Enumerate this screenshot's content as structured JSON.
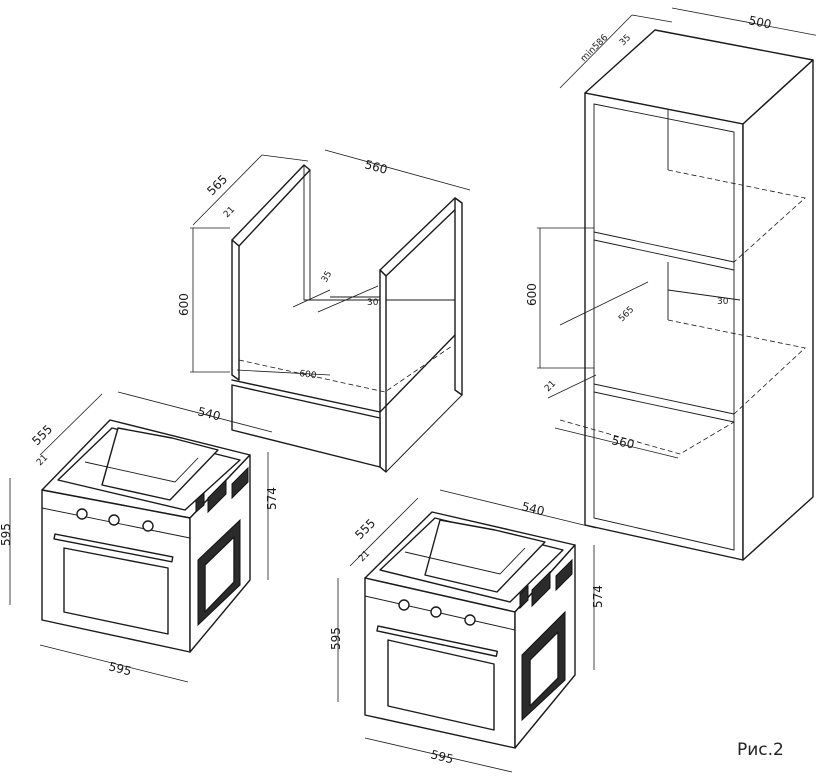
{
  "caption": "Рис.2",
  "cabinet_top": {
    "depth": "565",
    "width": "560",
    "inset": "21",
    "height": "600",
    "gap": "35",
    "vent": "30",
    "bottom_width": "600"
  },
  "cabinet_tall": {
    "min_depth": "min586",
    "gap": "35",
    "width": "500",
    "height": "600",
    "depth": "565",
    "vent": "30",
    "inset": "21",
    "bottom_width": "560"
  },
  "oven_left": {
    "width": "540",
    "depth": "555",
    "inset": "21",
    "height": "595",
    "side": "574",
    "front_width": "595"
  },
  "oven_right": {
    "width": "540",
    "depth": "555",
    "inset": "21",
    "height": "595",
    "side": "574",
    "front_width": "595"
  }
}
